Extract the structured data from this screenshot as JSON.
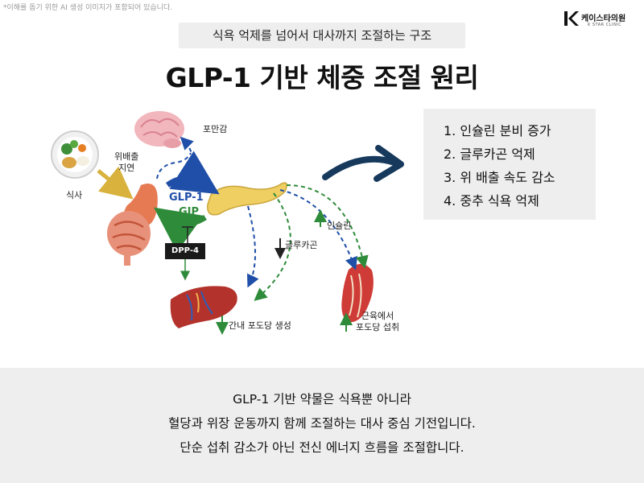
{
  "notice": "*이해를 돕기 위한 AI 생성 이미지가 포함되어 있습니다.",
  "logo": {
    "name": "케이스타의원",
    "sub": "K STAR CLINIC"
  },
  "subtitle": "식욕 억제를 넘어서 대사까지 조절하는 구조",
  "title": "GLP-1 기반 체중 조절 원리",
  "diagram": {
    "satiety": "포만감",
    "gastric_delay": "위배출\n지연",
    "meal": "식사",
    "glp1": "GLP-1",
    "gip": "GIP",
    "dpp4": "DPP-4",
    "glucagon": "글루카곤",
    "insulin": "인슐린",
    "liver_glucose": "간내 포도당 생성",
    "muscle_uptake": "근육에서\n포도당 섭취"
  },
  "effects": [
    "1. 인슐린 분비 증가",
    "2. 글루카곤 억제",
    "3. 위 배출 속도 감소",
    "4. 중추 식욕 억제"
  ],
  "footer": [
    "GLP-1 기반 약물은 식욕뿐 아니라",
    "혈당과 위장 운동까지 함께 조절하는 대사 중심 기전입니다.",
    "단순 섭취 감소가 아닌 전신 에너지 흐름을 조절합니다."
  ],
  "colors": {
    "glp1_blue": "#1f4fa8",
    "gip_green": "#2e8b3a",
    "arrow_navy": "#16395c",
    "panel_gray": "#eeeeee"
  }
}
